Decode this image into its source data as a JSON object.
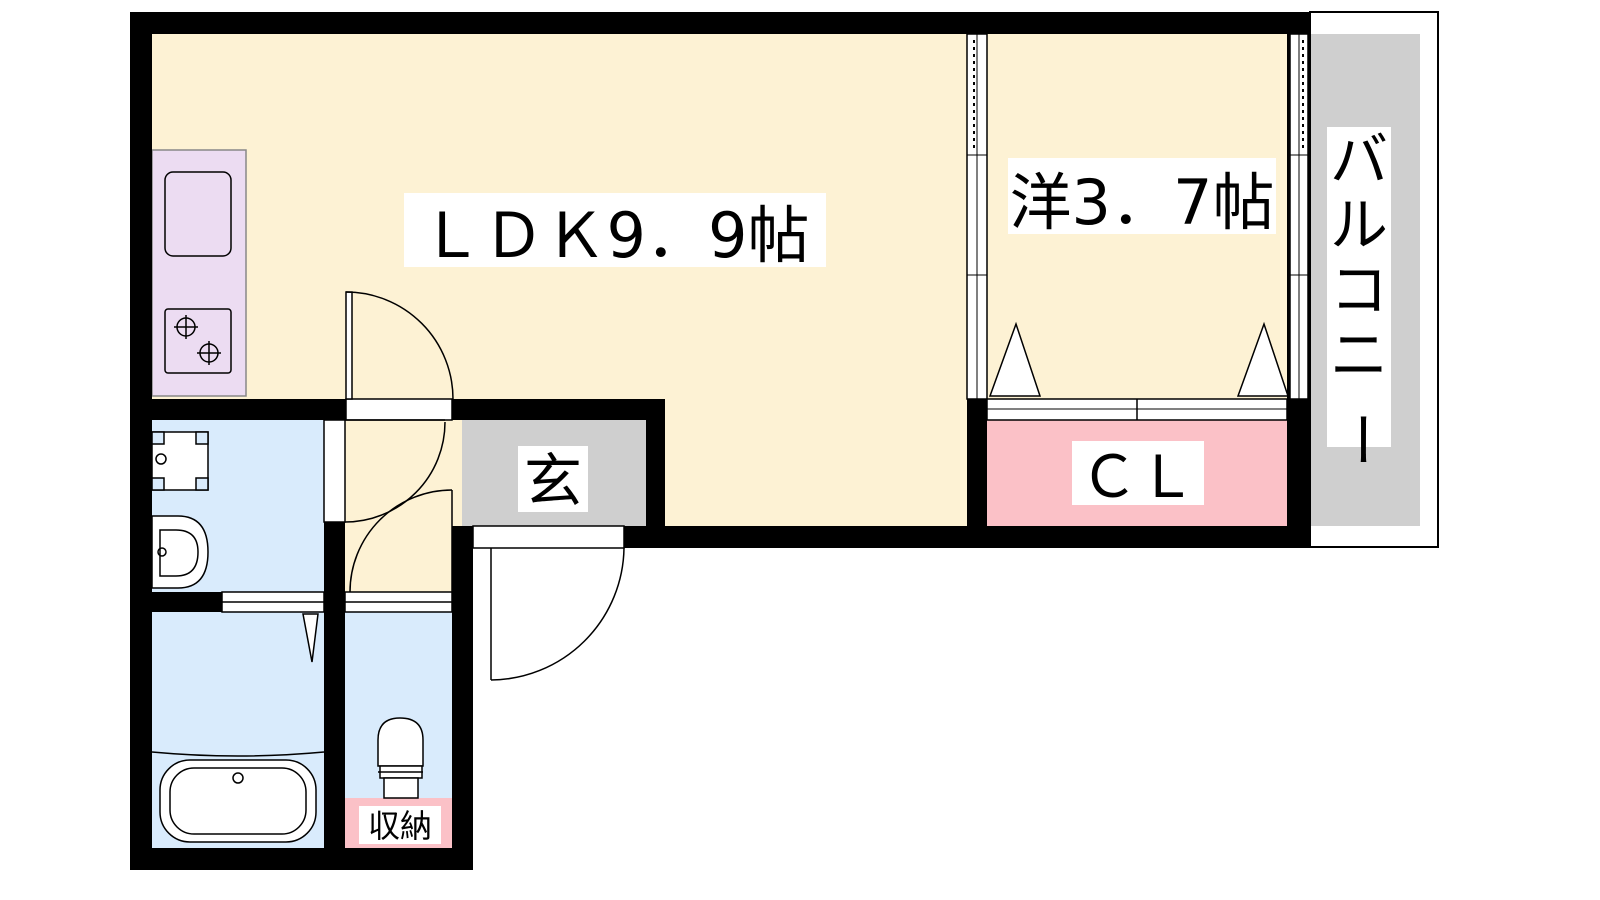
{
  "labels": {
    "ldk": "ＬＤＫ9．9帖",
    "western": "洋3．7帖",
    "balcony_chars": [
      "バ",
      "ル",
      "コ",
      "ニ",
      "ー"
    ],
    "genkan": "玄",
    "closet": "ＣＬ",
    "storage": "収納"
  },
  "colors": {
    "wall": "#000000",
    "room_floor": "#fdf2d4",
    "kitchen": "#ecdcf2",
    "wet_area": "#d9ebfc",
    "genkan": "#cfcfcf",
    "balcony": "#cfcfcf",
    "closet": "#fbc1c7",
    "label_bg": "#ffffff"
  }
}
